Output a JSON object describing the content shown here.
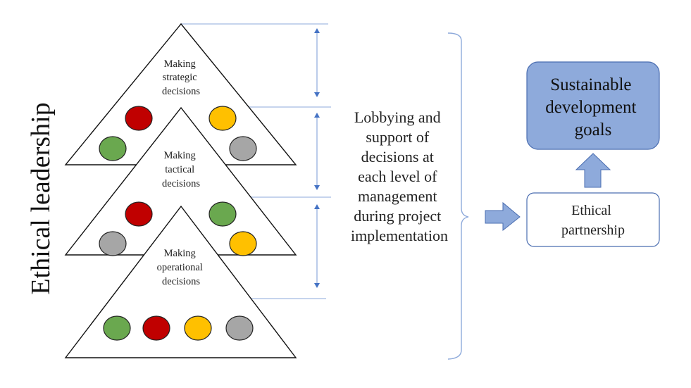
{
  "side_title": "Ethical leadership",
  "colors": {
    "green": "#6aa84f",
    "red": "#c00000",
    "yellow": "#ffc000",
    "gray": "#a6a6a6",
    "accent_blue": "#8eaadb",
    "accent_border": "#4a6db0",
    "guide_line": "#b4c6e7",
    "arrow_blue": "#4472c4"
  },
  "levels": [
    {
      "label_lines": [
        "Making",
        "strategic",
        "decisions"
      ],
      "circles": [
        "red",
        "green",
        "yellow",
        "gray"
      ]
    },
    {
      "label_lines": [
        "Making",
        "tactical",
        "decisions"
      ],
      "circles": [
        "red",
        "gray",
        "green",
        "yellow"
      ]
    },
    {
      "label_lines": [
        "Making",
        "operational",
        "decisions"
      ],
      "circles": [
        "green",
        "red",
        "yellow",
        "gray"
      ]
    }
  ],
  "middle_text_lines": [
    "Lobbying and",
    "support of",
    "decisions at",
    "each level of",
    "management",
    "during project",
    "implementation"
  ],
  "partnership_box": {
    "lines": [
      "Ethical",
      "partnership"
    ]
  },
  "goal_box": {
    "lines": [
      "Sustainable",
      "development",
      "goals"
    ]
  }
}
